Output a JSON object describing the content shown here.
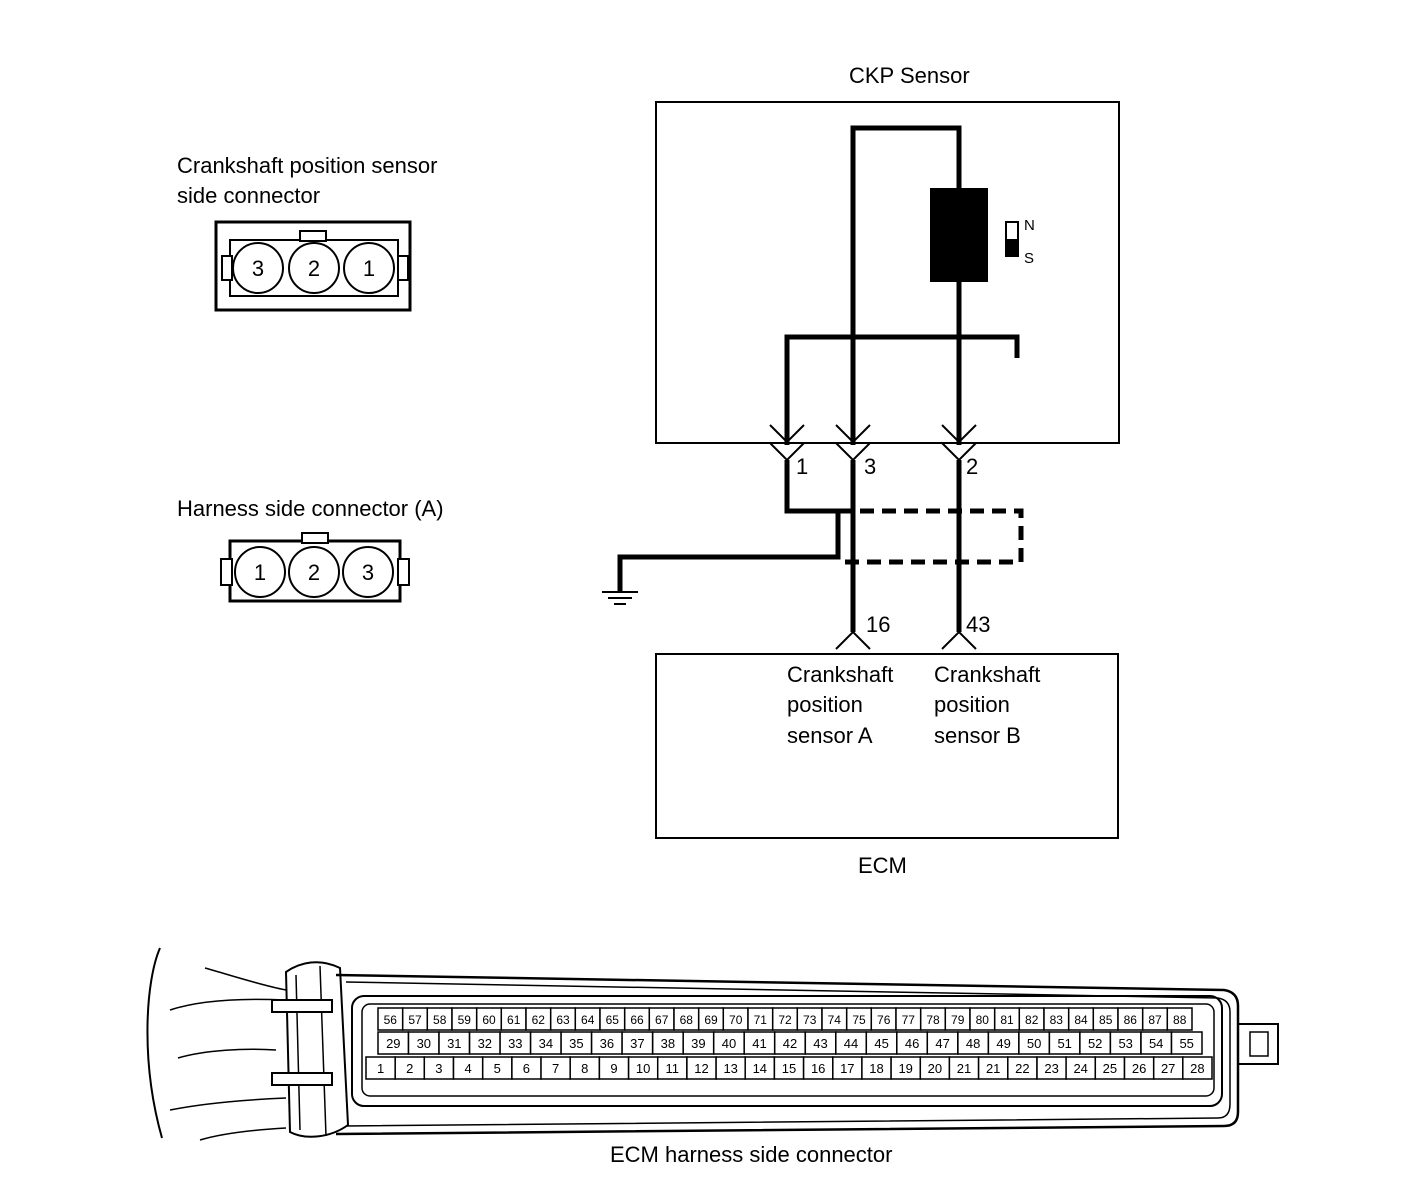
{
  "left_panel": {
    "sensor_connector_title_line1": "Crankshaft position sensor",
    "sensor_connector_title_line2": "side connector",
    "sensor_connector_pins": [
      "3",
      "2",
      "1"
    ],
    "harness_connector_title": "Harness side connector (A)",
    "harness_connector_pins": [
      "1",
      "2",
      "3"
    ]
  },
  "schematic": {
    "sensor_title": "CKP Sensor",
    "magnet_north": "N",
    "magnet_south": "S",
    "sensor_pins": [
      "1",
      "3",
      "2"
    ],
    "ecm_pins": [
      "16",
      "43"
    ],
    "ecm_input_a": [
      "Crankshaft",
      "position",
      "sensor A"
    ],
    "ecm_input_b": [
      "Crankshaft",
      "position",
      "sensor B"
    ],
    "ecm_title": "ECM"
  },
  "ecm_connector": {
    "caption": "ECM harness side connector",
    "row_top": [
      "56",
      "57",
      "58",
      "59",
      "60",
      "61",
      "62",
      "63",
      "64",
      "65",
      "66",
      "67",
      "68",
      "69",
      "70",
      "71",
      "72",
      "73",
      "74",
      "75",
      "76",
      "77",
      "78",
      "79",
      "80",
      "81",
      "82",
      "83",
      "84",
      "85",
      "86",
      "87",
      "88"
    ],
    "row_middle": [
      "29",
      "30",
      "31",
      "32",
      "33",
      "34",
      "35",
      "36",
      "37",
      "38",
      "39",
      "40",
      "41",
      "42",
      "43",
      "44",
      "45",
      "46",
      "47",
      "48",
      "49",
      "50",
      "51",
      "52",
      "53",
      "54",
      "55"
    ],
    "row_bottom": [
      "1",
      "2",
      "3",
      "4",
      "5",
      "6",
      "7",
      "8",
      "9",
      "10",
      "11",
      "12",
      "13",
      "14",
      "15",
      "16",
      "17",
      "18",
      "19",
      "20",
      "21",
      "21",
      "22",
      "23",
      "24",
      "25",
      "26",
      "27",
      "28"
    ]
  }
}
